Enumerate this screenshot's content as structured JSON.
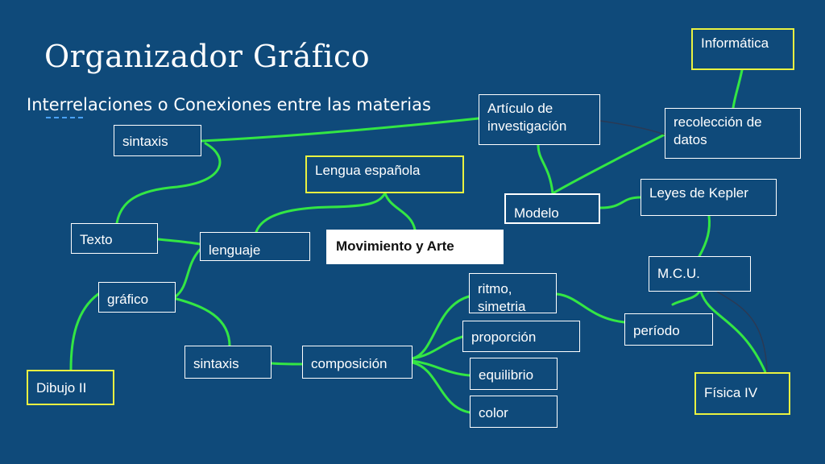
{
  "slide": {
    "title": "Organizador Gráfico",
    "subtitle": "Interrelaciones o Conexiones entre las materias"
  },
  "colors": {
    "background": "#0f4a7a",
    "connector": "#33e644",
    "subject_border": "#e9f241",
    "node_border": "#ffffff"
  },
  "nodes": {
    "informatica": "Informática",
    "articulo": "Artículo de investigación",
    "recoleccion": "recolección de datos",
    "sintaxis_top": "sintaxis",
    "lengua_espanola": "Lengua española",
    "leyes_kepler": "Leyes de Kepler",
    "modelo": "Modelo",
    "texto": "Texto",
    "lenguaje": "lenguaje",
    "movimiento_arte": "Movimiento y Arte",
    "mcu": "M.C.U.",
    "grafico": "gráfico",
    "ritmo": "ritmo, simetria",
    "periodo": "período",
    "proporcion": "proporción",
    "sintaxis_bottom": "sintaxis",
    "composicion": "composición",
    "equilibrio": "equilibrio",
    "dibujo": "Dibujo II",
    "fisica": "Física IV",
    "color": "color"
  }
}
